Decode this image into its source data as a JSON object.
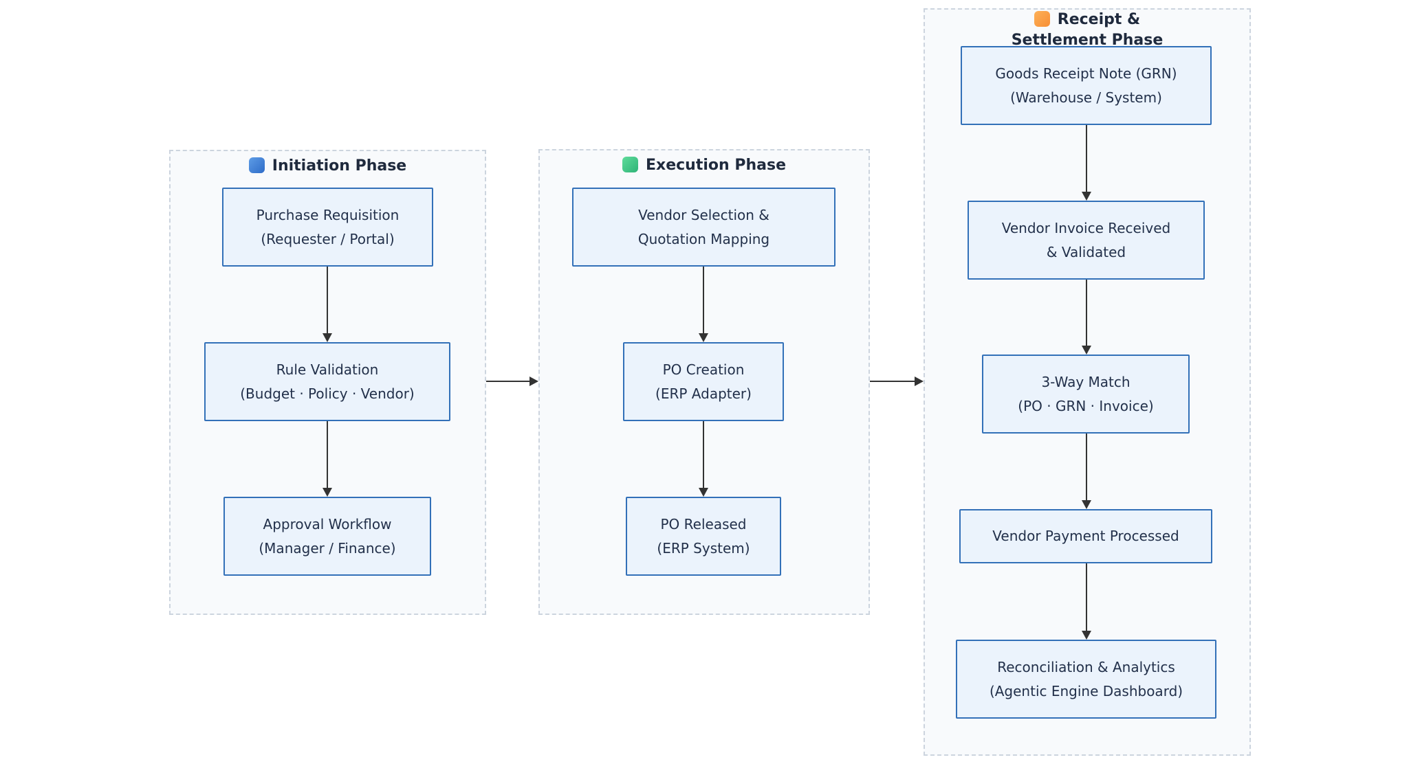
{
  "colors": {
    "canvas_background": "#ffffff",
    "container_fill": "#f8fafc",
    "container_border": "#ccd4de",
    "node_fill": "#ebf3fc",
    "node_border": "#3270b8",
    "node_text": "#22304a",
    "title_text": "#1f2a3d",
    "arrow": "#333333",
    "legend_blue_start": "#5d9ce6",
    "legend_blue_end": "#2e6cc8",
    "legend_green_start": "#5fdc9b",
    "legend_green_end": "#2fb377",
    "legend_orange_start": "#fdb158",
    "legend_orange_end": "#f78e35"
  },
  "legend_icons": {
    "initiation": "blue-square-icon",
    "execution": "green-square-icon",
    "receipt": "orange-square-icon"
  },
  "phases": [
    {
      "title": "Initiation Phase",
      "nodes": [
        {
          "line1": "Purchase Requisition",
          "line2": "(Requester / Portal)"
        },
        {
          "line1": "Rule Validation",
          "line2": "(Budget · Policy · Vendor)"
        },
        {
          "line1": "Approval Workflow",
          "line2": "(Manager / Finance)"
        }
      ]
    },
    {
      "title": "Execution Phase",
      "nodes": [
        {
          "line1": "Vendor Selection &",
          "line2": "Quotation Mapping"
        },
        {
          "line1": "PO Creation",
          "line2": "(ERP Adapter)"
        },
        {
          "line1": "PO Released",
          "line2": "(ERP System)"
        }
      ]
    },
    {
      "title": "Receipt & Settlement Phase",
      "nodes": [
        {
          "line1": "Goods Receipt Note (GRN)",
          "line2": "(Warehouse / System)"
        },
        {
          "line1": "Vendor Invoice Received",
          "line2": "& Validated"
        },
        {
          "line1": "3-Way Match",
          "line2": "(PO · GRN · Invoice)"
        },
        {
          "line1": "Vendor Payment Processed"
        },
        {
          "line1": "Reconciliation & Analytics",
          "line2": "(Agentic Engine Dashboard)"
        }
      ]
    }
  ]
}
